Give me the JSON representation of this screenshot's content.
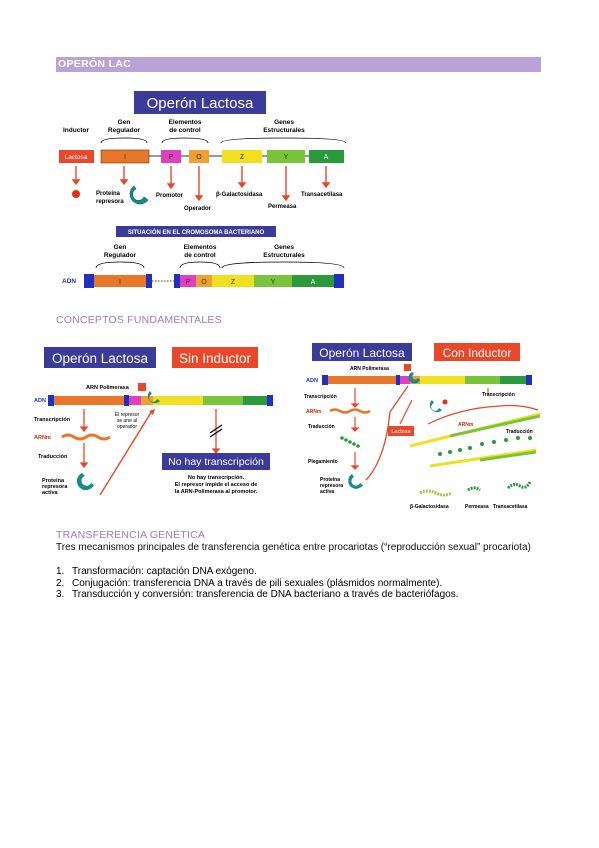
{
  "header": {
    "title": "OPERÓN LAC"
  },
  "figure1": {
    "title": "Operón Lactosa",
    "col_inductor": "Inductor",
    "col_gen": "Gen",
    "col_regulador": "Regulador",
    "col_elementos": "Elementos",
    "col_control": "de control",
    "col_genes": "Genes",
    "col_estructurales": "Estructurales",
    "lactosa": "Lactosa",
    "gene_i": "I",
    "gene_p": "P",
    "gene_o": "O",
    "gene_z": "Z",
    "gene_y": "Y",
    "gene_a": "A",
    "proteina": "Proteína",
    "represora": "represora",
    "promotor": "Promotor",
    "operador": "Operador",
    "galactosidasa": "β-Galactosidasa",
    "permeasa": "Permeasa",
    "transacetilasa": "Transacetilasa",
    "situacion": "SITUACIÓN EN EL CROMOSOMA BACTERIANO",
    "adn": "ADN"
  },
  "section2": {
    "title": "CONCEPTOS FUNDAMENTALES"
  },
  "figure2": {
    "title": "Operón Lactosa",
    "badge": "Sin Inductor",
    "adn": "ADN",
    "arn_pol": "ARN Polimerasa",
    "transcripcion": "Transcripción",
    "arnm": "ARNm",
    "traduccion": "Traducción",
    "prot1": "Proteína",
    "prot2": "represora",
    "prot3": "activa",
    "rep1": "El represor",
    "rep2": "se une al",
    "rep3": "operador",
    "no_hay": "No hay transcripción",
    "note1": "No hay transcripción.",
    "note2": "El represor impide el acceso de",
    "note3": "la ARN-Polimerasa al promotor."
  },
  "figure3": {
    "title": "Operón Lactosa",
    "badge": "Con Inductor",
    "adn": "ADN",
    "arn_pol": "ARN Polimerasa",
    "transcripcion": "Transcripción",
    "arnm": "ARNm",
    "traduccion": "Traducción",
    "plegamiento": "Plegamiento",
    "lactosa": "Lactosa",
    "prot1": "Proteína",
    "prot2": "represora",
    "prot3": "activa",
    "transcripcion_r": "Transcripción",
    "arnm_r": "ARNm",
    "traduccion_r": "Traducción",
    "galactosidasa": "β-Galactosidasa",
    "permeasa": "Permeasa",
    "transacetilasa": "Transacetilasa"
  },
  "section3": {
    "title": "TRANSFERENCIA GENÉTICA",
    "intro": "Tres mecanismos principales de transferencia genética entre procariotas (“reproducción sexual” procariota)",
    "items": [
      {
        "num": "1.",
        "text": "Transformación: captación DNA exógeno."
      },
      {
        "num": "2.",
        "text": "Conjugación: transferencia DNA a través de pili sexuales (plásmidos normalmente)."
      },
      {
        "num": "3.",
        "text": "Transducción y conversión: transferencia de DNA bacteriano a través de bacteriófagos."
      }
    ]
  },
  "colors": {
    "header_bar": "#b9a3d6",
    "title_box": "#3b3b9a",
    "orange_gene": "#e8772a",
    "red_badge": "#e8472a",
    "promoter_pink": "#e040c0",
    "operator_orange": "#f0a030",
    "gene_yellow": "#f0e020",
    "gene_green": "#7ac43c",
    "gene_dkgreen": "#2a9a3a",
    "dna_blue": "#2030c0",
    "section_purple": "#9b7cc4"
  }
}
